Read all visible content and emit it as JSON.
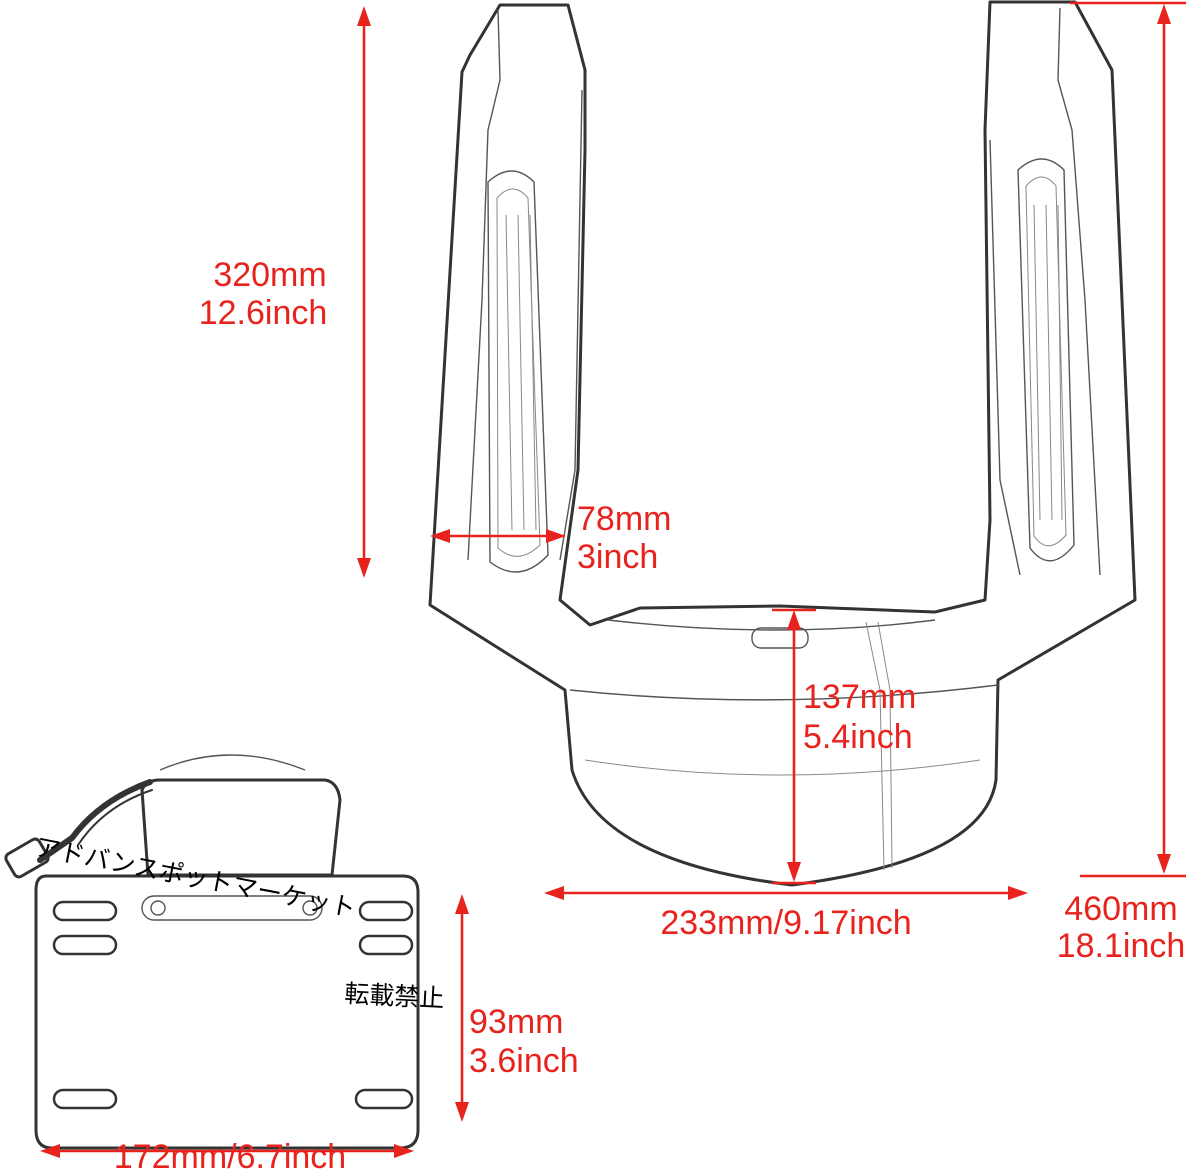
{
  "colors": {
    "dimension": "#e8231d",
    "outline": "#333333",
    "background": "#ffffff",
    "watermark": "#000000"
  },
  "dimensions": {
    "fender_height": {
      "mm": "320mm",
      "inch": "12.6inch"
    },
    "light_width": {
      "mm": "78mm",
      "inch": "3inch"
    },
    "tip_height": {
      "mm": "137mm",
      "inch": "5.4inch"
    },
    "fender_width": {
      "label": "233mm/9.17inch"
    },
    "total_height": {
      "mm": "460mm",
      "inch": "18.1inch"
    },
    "plate_height": {
      "mm": "93mm",
      "inch": "3.6inch"
    },
    "plate_width": {
      "label": "172mm/6.7inch"
    }
  },
  "watermark": {
    "line1": "アドバンスポットマーケット",
    "line2": "転載禁止"
  }
}
